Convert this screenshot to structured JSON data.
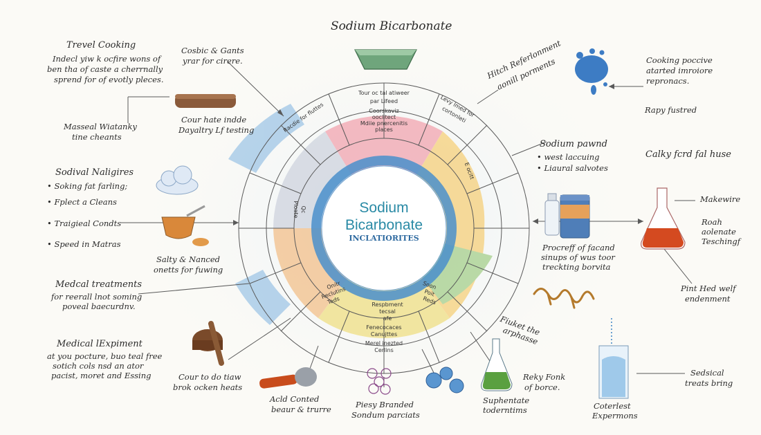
{
  "title": "Sodium Bicarbonate",
  "center": {
    "line1": "Sodium",
    "line2": "Bicarbonate",
    "line3": "INCLATIORITES"
  },
  "left": {
    "travel": {
      "title": "Trevel Cooking",
      "lines": [
        "Indecl yiw k ocfire wons of",
        "ben tha of caste a cherrnally",
        "sprend for of evotly pleces."
      ]
    },
    "masseal": {
      "lines": [
        "Masseal Wiatanky",
        "tine cheants"
      ]
    },
    "sodival": {
      "title": "Sodival Naligires",
      "items": [
        "• Soking fat farling;",
        "• Fplect a Cleans",
        "• Traigieal Condts",
        "• Speed in Matras"
      ]
    },
    "medtreat": {
      "title": "Medcal treatments",
      "lines": [
        "for reerall lnot soming",
        "poveal baecurdnv."
      ]
    },
    "medexp": {
      "title": "Medical lExpiment",
      "lines": [
        "at you pocture, buo teal free",
        "sotich cols nsd an ator",
        "pacist, moret and Essing"
      ]
    }
  },
  "top": {
    "cosbic": {
      "lines": [
        "Cosbic & Gants",
        "yrar for cirere."
      ]
    },
    "cour": {
      "lines": [
        "Cour hate indde",
        "Dayaltry Lf testing"
      ]
    },
    "hitch": {
      "lines": [
        "Hitch Referlonment",
        "aonill porments"
      ]
    }
  },
  "right": {
    "cooking": {
      "lines": [
        "Cooking poccive",
        "atarted imroiore",
        "repronacs."
      ]
    },
    "rapy": {
      "text": "Rapy fustred"
    },
    "sodpow": {
      "title": "Sodium pawnd",
      "items": [
        "• west laccuing",
        "• Liaural salvotes"
      ]
    },
    "calky": {
      "text": "Calky fcrd fal huse"
    },
    "makewire": {
      "text": "Makewire"
    },
    "roah": {
      "lines": [
        "Roah",
        "aolenate",
        "Teschingf"
      ]
    },
    "pint": {
      "lines": [
        "Pint Hed welf",
        "endenment"
      ]
    },
    "sedsical": {
      "lines": [
        "Sedsical",
        "treats bring"
      ]
    }
  },
  "middle": {
    "salty": {
      "lines": [
        "Salty & Nanced",
        "onetts for fuwing"
      ]
    },
    "procreff": {
      "lines": [
        "Procreff of facand",
        "sinups of wus toor",
        "treckting borvita"
      ]
    }
  },
  "bottom": {
    "cour2": {
      "lines": [
        "Cour to do tiaw",
        "brok ocken heats"
      ]
    },
    "acid": {
      "lines": [
        "Acld Conted",
        "beaur & trurre"
      ]
    },
    "piesy": {
      "lines": [
        "Piesy Branded",
        "Sondum parciats"
      ]
    },
    "fiuket": {
      "lines": [
        "Fiuket the",
        "arphasse"
      ]
    },
    "reky": {
      "lines": [
        "Reky Fonk",
        "of borce."
      ]
    },
    "suphen": {
      "lines": [
        "Suphentate",
        "toderntims"
      ]
    },
    "coterlest": {
      "lines": [
        "Coterlest",
        "Expermons"
      ]
    }
  },
  "wheel": {
    "top_text": [
      "Tour oc tal atiweer",
      "par Lifeed"
    ],
    "inner_top": [
      "Coorskaviz",
      "ooclitect",
      "Mdiie pnercenitis",
      "places"
    ],
    "right_top": [
      "Levy lmed for",
      "cortonleti"
    ],
    "left_top": "Racdie for fluttes",
    "bottom_center": [
      "Respbment",
      "tecsal",
      "afe"
    ],
    "bottom_outer": [
      "Fenecocaces",
      "Canujttes",
      "Merel inezted",
      "Cerlins"
    ],
    "left_bottom": [
      "Onitr",
      "Reclutins",
      "Teds"
    ],
    "right_bottom": [
      "Soon",
      "Poit",
      "Reds"
    ],
    "side_left": [
      "Ploate",
      "Qc"
    ],
    "side_right": [
      "E ocitt"
    ]
  },
  "colors": {
    "blue_ring": "#4a8fcb",
    "pink": "#e88a9a",
    "yellow": "#f0c860",
    "orange": "#f1b070",
    "green": "#a6c98a",
    "blue_wash": "#9fc6e6",
    "teal_text": "#2a8aa5",
    "line": "#5a5a5a"
  },
  "icons": [
    "bowl-icon",
    "water-splash-icon",
    "wood-board-icon",
    "cloud-icon",
    "tea-cup-icon",
    "bottle-jar-icon",
    "flask-icon",
    "molecule-chain-icon",
    "mortar-pestle-icon",
    "test-tube-icon",
    "spheres-icon",
    "glass-beaker-icon"
  ]
}
